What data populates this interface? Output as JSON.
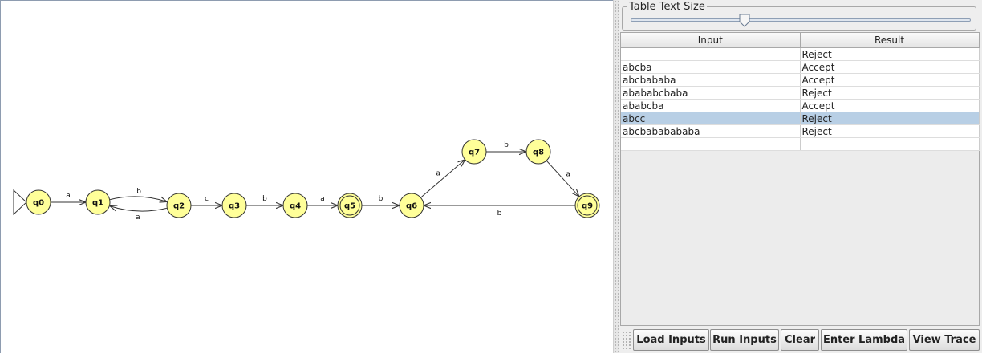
{
  "automaton": {
    "states": [
      {
        "id": "q0",
        "label": "q0",
        "initial": true,
        "final": false
      },
      {
        "id": "q1",
        "label": "q1",
        "initial": false,
        "final": false
      },
      {
        "id": "q2",
        "label": "q2",
        "initial": false,
        "final": false
      },
      {
        "id": "q3",
        "label": "q3",
        "initial": false,
        "final": false
      },
      {
        "id": "q4",
        "label": "q4",
        "initial": false,
        "final": false
      },
      {
        "id": "q5",
        "label": "q5",
        "initial": false,
        "final": true
      },
      {
        "id": "q6",
        "label": "q6",
        "initial": false,
        "final": false
      },
      {
        "id": "q7",
        "label": "q7",
        "initial": false,
        "final": false
      },
      {
        "id": "q8",
        "label": "q8",
        "initial": false,
        "final": false
      },
      {
        "id": "q9",
        "label": "q9",
        "initial": false,
        "final": true
      }
    ],
    "transitions": [
      {
        "from": "q0",
        "to": "q1",
        "label": "a"
      },
      {
        "from": "q1",
        "to": "q2",
        "label": "b"
      },
      {
        "from": "q2",
        "to": "q1",
        "label": "a"
      },
      {
        "from": "q2",
        "to": "q3",
        "label": "c"
      },
      {
        "from": "q3",
        "to": "q4",
        "label": "b"
      },
      {
        "from": "q4",
        "to": "q5",
        "label": "a"
      },
      {
        "from": "q5",
        "to": "q6",
        "label": "b"
      },
      {
        "from": "q6",
        "to": "q7",
        "label": "a"
      },
      {
        "from": "q7",
        "to": "q8",
        "label": "b"
      },
      {
        "from": "q8",
        "to": "q9",
        "label": "a"
      },
      {
        "from": "q9",
        "to": "q6",
        "label": "b"
      }
    ],
    "colors": {
      "state_fill": "#ffff99",
      "state_stroke": "#333333",
      "edge": "#333333"
    }
  },
  "slider": {
    "title": "Table Text Size",
    "level": 0.33
  },
  "table": {
    "headers": [
      "Input",
      "Result"
    ],
    "rows": [
      {
        "input": "",
        "result": "Reject",
        "selected": false
      },
      {
        "input": "abcba",
        "result": "Accept",
        "selected": false
      },
      {
        "input": "abcbababa",
        "result": "Accept",
        "selected": false
      },
      {
        "input": "abababcbaba",
        "result": "Reject",
        "selected": false
      },
      {
        "input": "ababcba",
        "result": "Accept",
        "selected": false
      },
      {
        "input": "abcc",
        "result": "Reject",
        "selected": true
      },
      {
        "input": "abcbababababa",
        "result": "Reject",
        "selected": false
      },
      {
        "input": "",
        "result": "",
        "selected": false
      }
    ],
    "selected_color": "#b8cfe5"
  },
  "buttons": {
    "load_inputs": "Load Inputs",
    "run_inputs": "Run Inputs",
    "clear": "Clear",
    "enter_lambda": "Enter Lambda",
    "view_trace": "View Trace"
  }
}
